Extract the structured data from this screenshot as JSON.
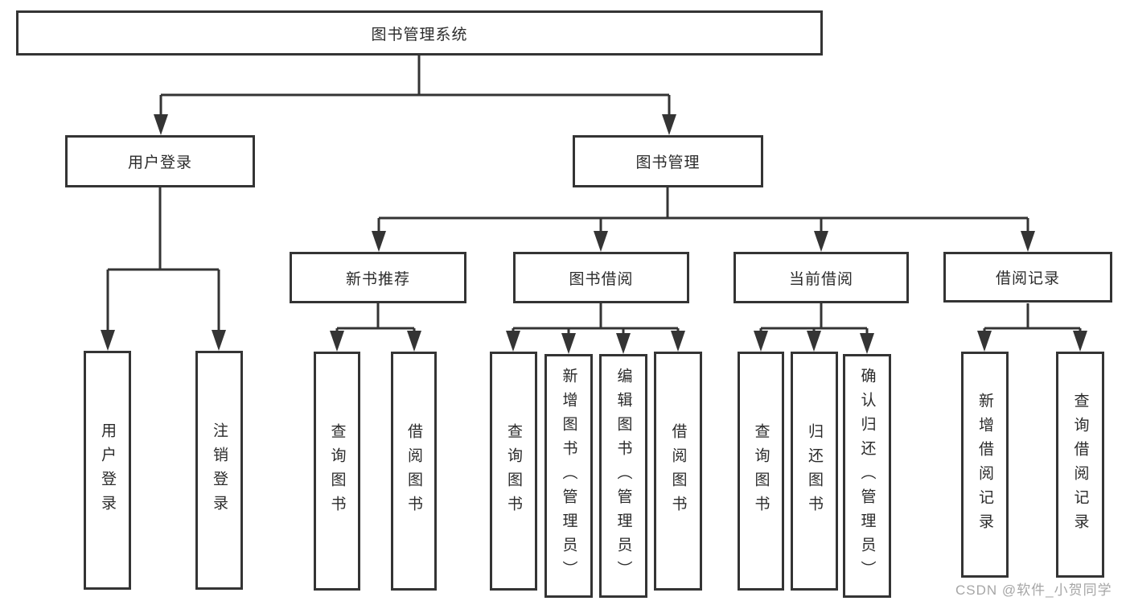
{
  "nodes": {
    "root": {
      "label": "图书管理系统"
    },
    "user_login": {
      "label": "用户登录"
    },
    "book_management": {
      "label": "图书管理"
    },
    "new_book_recommend": {
      "label": "新书推荐"
    },
    "book_borrow": {
      "label": "图书借阅"
    },
    "current_borrow": {
      "label": "当前借阅"
    },
    "borrow_records": {
      "label": "借阅记录"
    }
  },
  "leaves": {
    "user_login_action": {
      "label": "用户登录"
    },
    "logout_action": {
      "label": "注销登录"
    },
    "recommend_query_books": {
      "label": "查询图书"
    },
    "recommend_borrow_books": {
      "label": "借阅图书"
    },
    "borrow_query_books": {
      "label": "查询图书"
    },
    "borrow_add_books": {
      "label": "新增图书（管理员）"
    },
    "borrow_edit_books": {
      "label": "编辑图书（管理员）"
    },
    "borrow_borrow_books": {
      "label": "借阅图书"
    },
    "current_query_books": {
      "label": "查询图书"
    },
    "current_return_books": {
      "label": "归还图书"
    },
    "current_confirm_return": {
      "label": "确认归还（管理员）"
    },
    "records_add_record": {
      "label": "新增借阅记录"
    },
    "records_query_record": {
      "label": "查询借阅记录"
    }
  },
  "watermark": {
    "text": "CSDN @软件_小贺同学",
    "color": "#a6a6a6"
  },
  "colors": {
    "line": "#343434",
    "box_border": "#343434",
    "text": "#2b2b2b",
    "background": "#ffffff"
  }
}
